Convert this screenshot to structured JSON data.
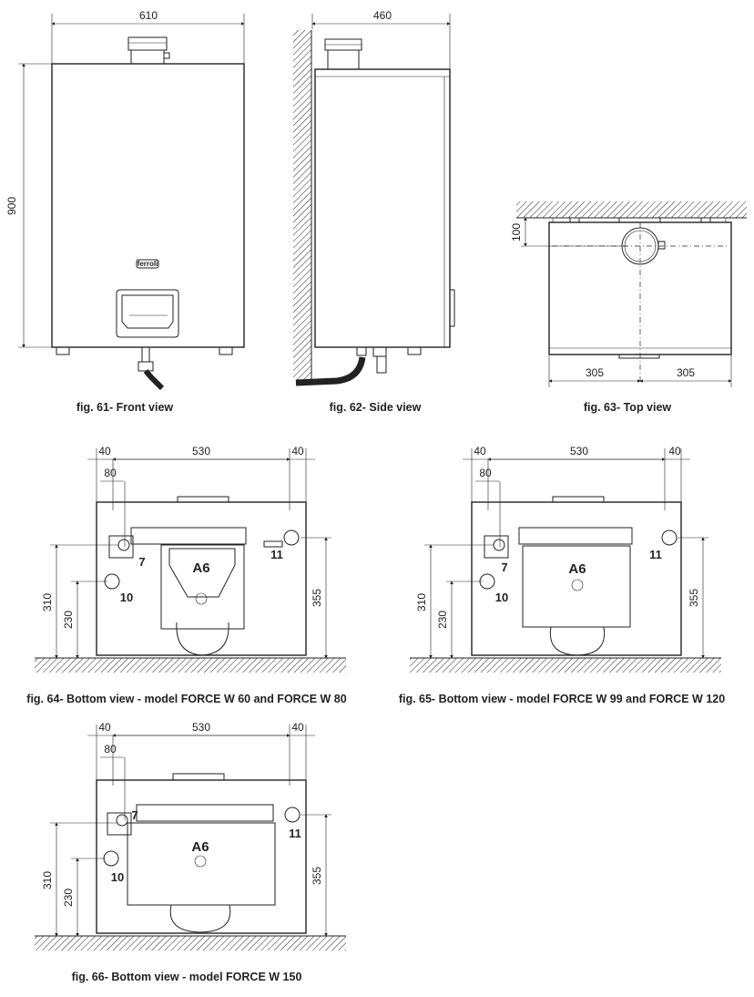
{
  "figures": {
    "fig61": {
      "caption": "fig. 61- Front view",
      "dims": {
        "width": "610",
        "height": "900"
      },
      "logo": "ferroli"
    },
    "fig62": {
      "caption": "fig. 62- Side view",
      "dims": {
        "depth": "460"
      }
    },
    "fig63": {
      "caption": "fig. 63- Top view",
      "dims": {
        "offset": "100",
        "left": "305",
        "right": "305"
      }
    },
    "fig64": {
      "caption": "fig. 64- Bottom view - model FORCE W 60 and FORCE W 80",
      "dims": {
        "left": "40",
        "middle": "530",
        "right": "40",
        "inner": "80",
        "h1": "310",
        "h2": "230",
        "h3": "355"
      },
      "labels": {
        "a6": "A6",
        "p7": "7",
        "p10": "10",
        "p11": "11"
      }
    },
    "fig65": {
      "caption": "fig. 65- Bottom view - model FORCE W 99 and FORCE W 120",
      "dims": {
        "left": "40",
        "middle": "530",
        "right": "40",
        "inner": "80",
        "h1": "310",
        "h2": "230",
        "h3": "355"
      },
      "labels": {
        "a6": "A6",
        "p7": "7",
        "p10": "10",
        "p11": "11"
      }
    },
    "fig66": {
      "caption": "fig. 66- Bottom view - model FORCE W 150",
      "dims": {
        "left": "40",
        "middle": "530",
        "right": "40",
        "inner": "80",
        "h1": "310",
        "h2": "230",
        "h3": "355"
      },
      "labels": {
        "a6": "A6",
        "p7": "7",
        "p10": "10",
        "p11": "11"
      }
    }
  }
}
